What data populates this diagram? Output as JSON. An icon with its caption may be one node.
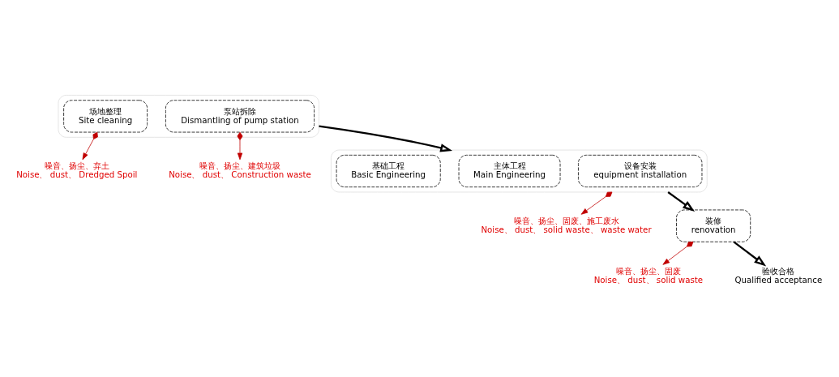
{
  "diagram": {
    "nodes": [
      {
        "text": [],
        "shape": "box"
      },
      {
        "text": [
          "场地整理",
          "Site cleaning"
        ],
        "in": 0
      },
      {
        "text": [
          "泵站拆除",
          "Dismantling of pump station"
        ],
        "in": 0
      },
      {
        "text": [
          "噪音、扬尘、弃土",
          "Noise、 dust、 Dredged Spoil"
        ]
      },
      {
        "text": [
          "噪音、扬尘、建筑垃圾",
          "Noise、 dust、 Construction waste"
        ]
      },
      {
        "text": [],
        "shape": "box"
      },
      {
        "text": [
          "基础工程",
          "Basic Engineering"
        ],
        "in": 5
      },
      {
        "text": [
          "主体工程",
          "Main Engineering"
        ],
        "in": 5
      },
      {
        "text": [
          "设备安装",
          "equipment installation"
        ],
        "in": 5
      },
      {
        "text": [
          "噪音、扬尘、固废、施工废水",
          "Noise、 dust、 solid waste、 waste water"
        ]
      },
      {
        "text": [
          "装修",
          "renovation"
        ]
      },
      {
        "text": [
          "噪音、扬尘、固废",
          "Noise、 dust、 solid waste"
        ]
      },
      {
        "text": [
          "验收合格",
          "Qualified acceptance"
        ]
      }
    ],
    "edges": [
      {
        "from": 1,
        "to": 3,
        "arrow": "to",
        "color": "#c00000"
      },
      {
        "from": 2,
        "to": 4,
        "arrow": "to",
        "color": "#c00000"
      },
      {
        "from": 0,
        "to": 5,
        "arrow": "to",
        "style": "thick",
        "color": "#000000"
      },
      {
        "from": 5,
        "to": 9,
        "arrow": "to",
        "color": "#c00000"
      },
      {
        "from": 5,
        "to": 10,
        "arrow": "to",
        "style": "thick",
        "color": "#000000"
      },
      {
        "from": 10,
        "to": 11,
        "arrow": "to",
        "color": "#c00000"
      },
      {
        "from": 10,
        "to": 12,
        "arrow": "to",
        "style": "thick",
        "color": "#000000"
      }
    ]
  }
}
